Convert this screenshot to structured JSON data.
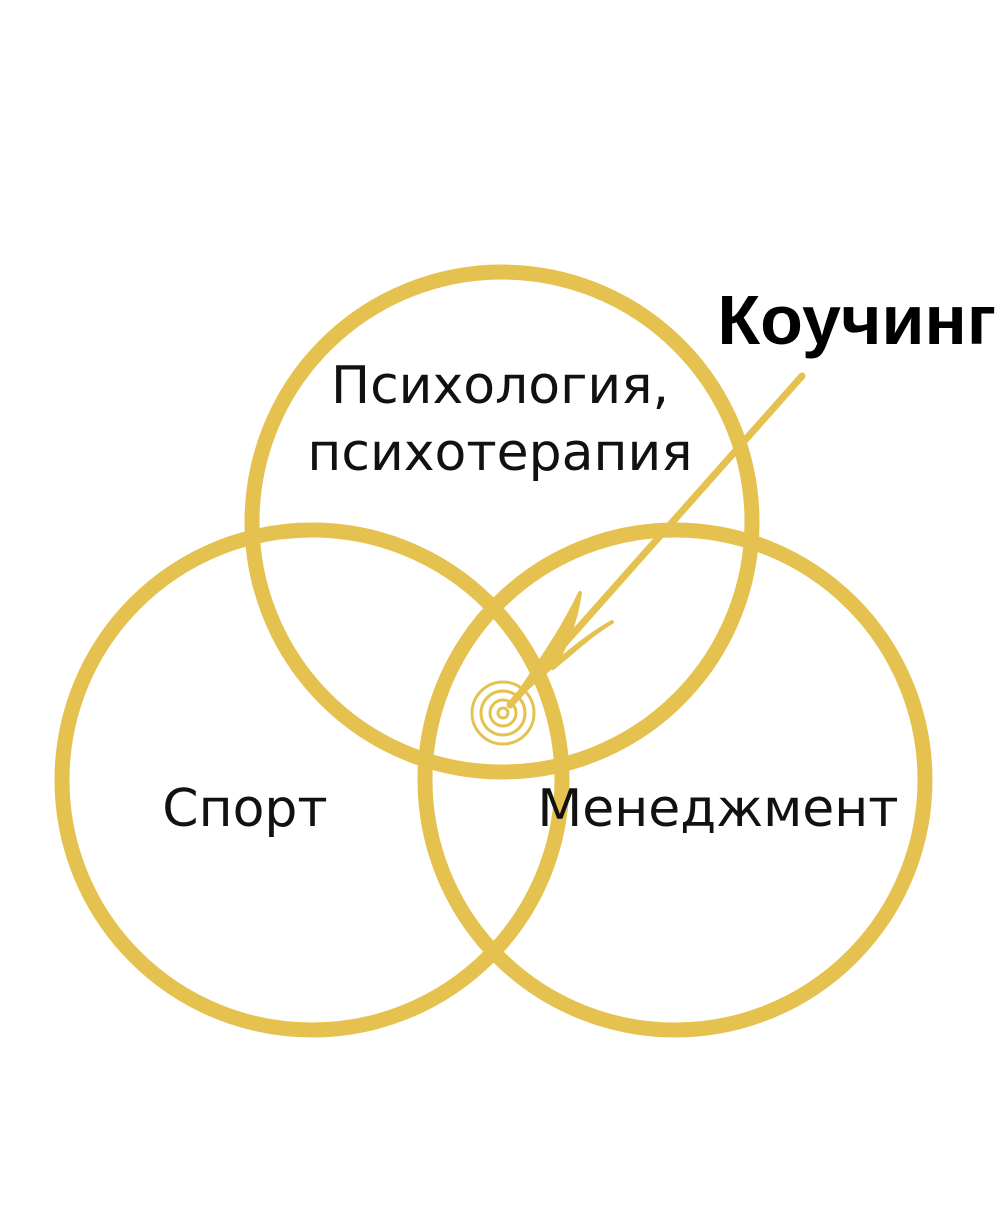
{
  "colors": {
    "accent": "#E5C24F",
    "text": "#111111",
    "background": "#FFFFFF"
  },
  "diagram": {
    "type": "venn-3",
    "focus_label": "Коучинг",
    "circles": [
      {
        "id": "psychology",
        "lines": [
          "Психология,",
          "психотерапия"
        ]
      },
      {
        "id": "sport",
        "lines": [
          "Спорт"
        ]
      },
      {
        "id": "management",
        "lines": [
          "Менеджмент"
        ]
      }
    ],
    "icons": {
      "target": "target-icon",
      "arrow": "arrow-icon"
    }
  }
}
